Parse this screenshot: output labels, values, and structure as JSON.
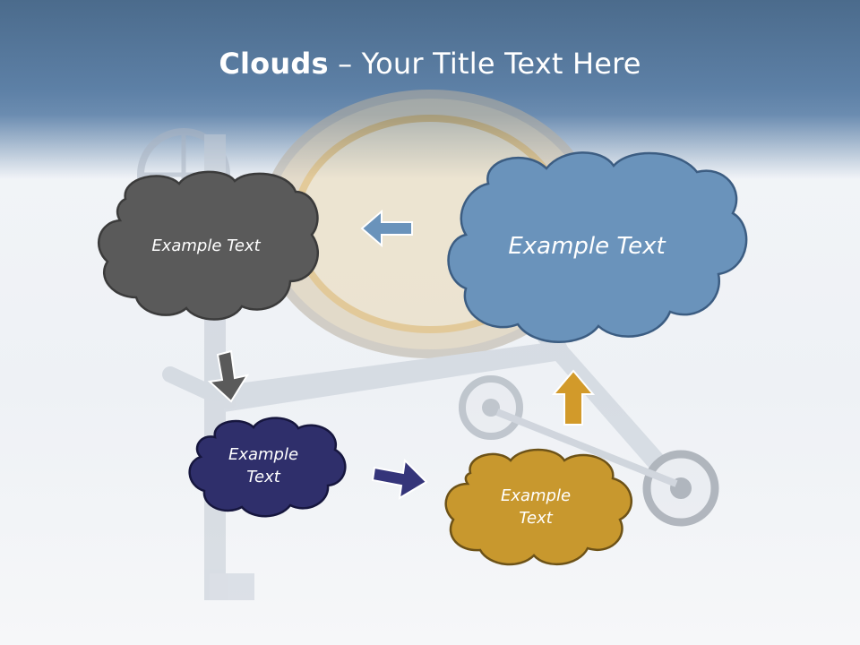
{
  "title": {
    "bold": "Clouds",
    "dash": " – ",
    "rest": "Your Title Text Here"
  },
  "clouds": {
    "gray": {
      "label": "Example Text",
      "color": "#5a5a5a"
    },
    "blue": {
      "label": "Example Text",
      "color": "#6a93bb"
    },
    "navy": {
      "label_line1": "Example",
      "label_line2": "Text",
      "color": "#2f2f6b"
    },
    "gold": {
      "label_line1": "Example",
      "label_line2": "Text",
      "color": "#c8982e"
    }
  },
  "arrows": {
    "blue_left": {
      "color": "#6a93bb"
    },
    "gray_down": {
      "color": "#5a5a5a"
    },
    "navy_right": {
      "color": "#35357a"
    },
    "gold_up": {
      "color": "#d29a2a"
    }
  }
}
